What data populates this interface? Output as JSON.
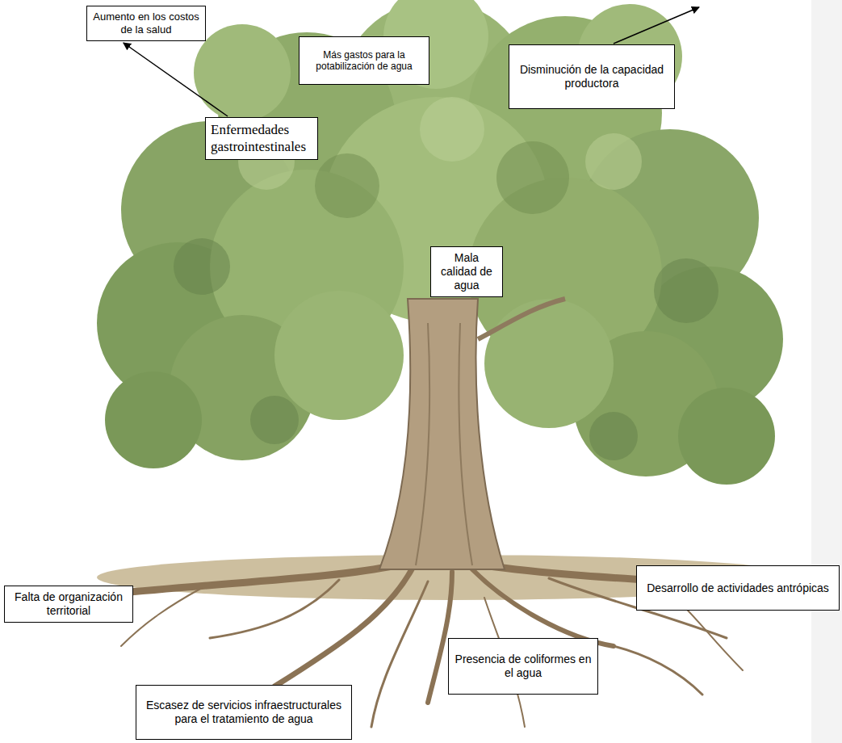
{
  "diagram": {
    "nodes": [
      {
        "text": [
          "Aumento en los costos de la salud"
        ]
      },
      {
        "text": [
          "Más gastos para la potabilización de agua"
        ]
      },
      {
        "text": [
          "Disminución de la capacidad productora"
        ]
      },
      {
        "text": [
          "Enfermedades gastrointestinales"
        ]
      },
      {
        "text": [
          "Mala calidad de agua"
        ]
      },
      {
        "text": [
          "Falta de organización territorial"
        ]
      },
      {
        "text": [
          "Desarrollo de actividades antrópicas"
        ]
      },
      {
        "text": [
          "Escasez de servicios infraestructurales para el tratamiento de agua"
        ]
      },
      {
        "text": [
          "Presencia de coliformes en el agua"
        ]
      }
    ],
    "edges": [
      {
        "from": 3,
        "to": 0,
        "arrow": "to"
      }
    ]
  }
}
